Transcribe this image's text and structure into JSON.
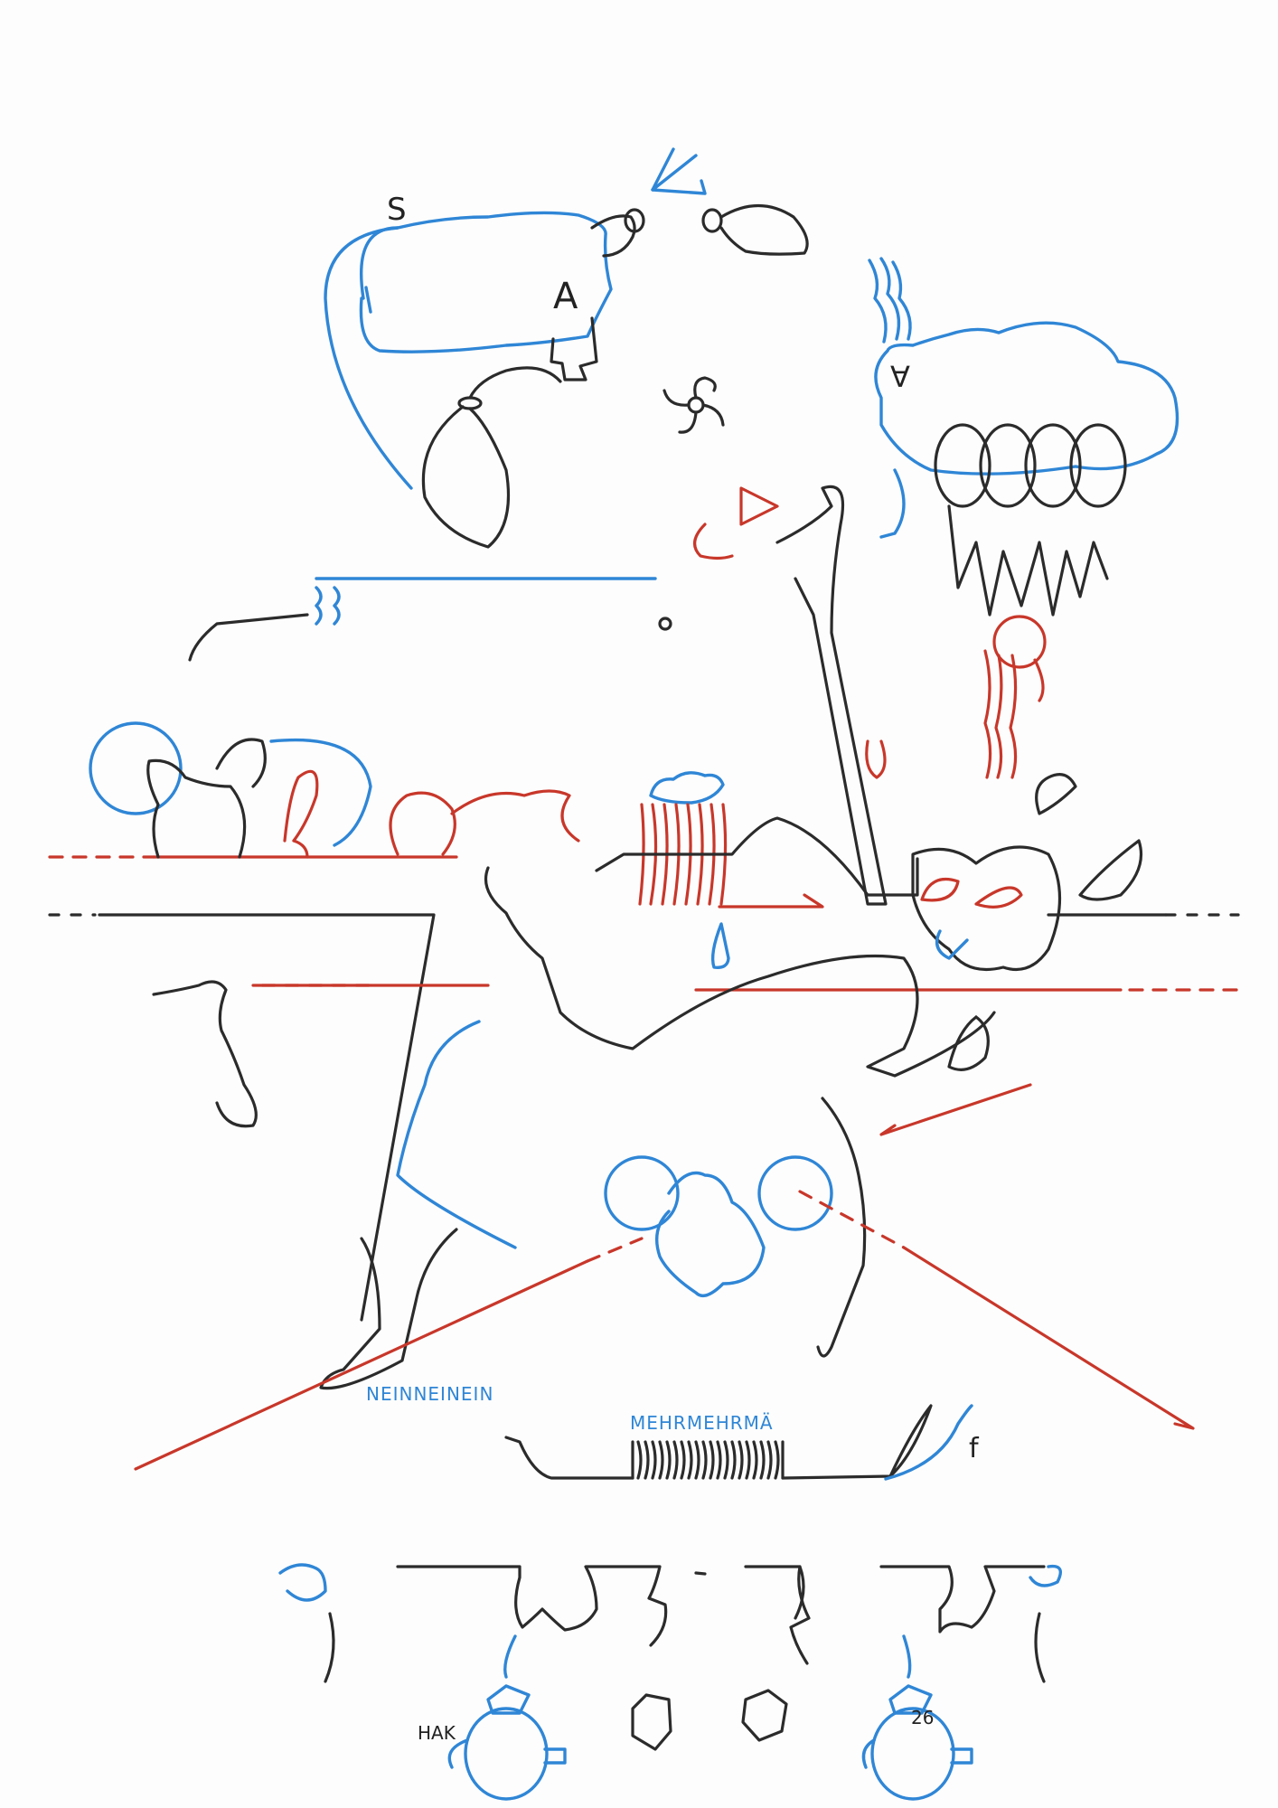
{
  "artwork": {
    "description": "Hand-drawn pen illustration in black, blue and red ink",
    "colors": {
      "black": "#2b2b2b",
      "blue": "#2f86d6",
      "red": "#c8372a",
      "paper": "#fdfdfd"
    },
    "labels": {
      "letter_s": "S",
      "letter_a": "A",
      "letter_a_inverted": "∀",
      "neinnein": "NEINNEINEIN",
      "mehrmehr": "MEHRMEHRMÄ",
      "letter_f": "f",
      "signature": "HAK",
      "page_number": "26"
    }
  }
}
